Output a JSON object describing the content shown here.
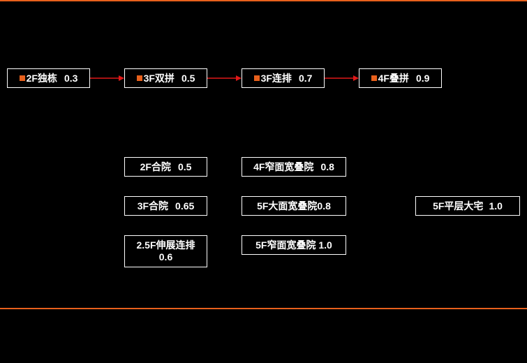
{
  "colors": {
    "background": "#000000",
    "accent": "#e8601c",
    "arrow": "#e01818",
    "text": "#ffffff",
    "border": "#ffffff"
  },
  "top_row": [
    {
      "name": "2F独栋",
      "value": "0.3"
    },
    {
      "name": "3F双拼",
      "value": "0.5"
    },
    {
      "name": "3F连排",
      "value": "0.7"
    },
    {
      "name": "4F叠拼",
      "value": "0.9"
    }
  ],
  "column_left": [
    {
      "label": "2F合院",
      "value": "0.5"
    },
    {
      "label": "3F合院",
      "value": "0.65"
    },
    {
      "label": "2.5F伸展连排",
      "value": "0.6"
    }
  ],
  "column_middle": [
    {
      "label": "4F窄面宽叠院",
      "value": "0.8"
    },
    {
      "label": "5F大面宽叠院0.8"
    },
    {
      "label": "5F窄面宽叠院 1.0"
    }
  ],
  "right_item": {
    "label": "5F平层大宅",
    "value": "1.0"
  }
}
